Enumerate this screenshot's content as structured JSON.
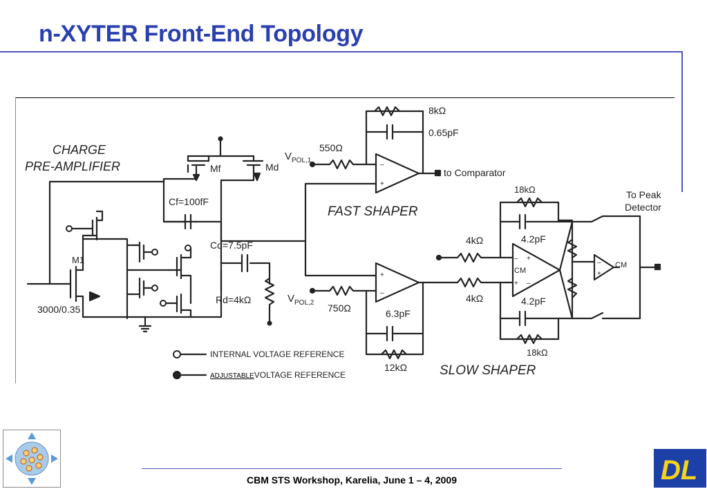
{
  "title": "n-XYTER Front-End Topology",
  "footer": "CBM STS Workshop, Karelia, June 1 – 4, 2009",
  "diagram": {
    "preamp_label_1": "CHARGE",
    "preamp_label_2": "PRE-AMPLIFIER",
    "m1": "M1",
    "m1_size": "3000/0.35",
    "mf": "Mf",
    "md": "Md",
    "cf": "Cf=100fF",
    "cd": "Cd=7.5pF",
    "rd": "Rd=4kΩ",
    "fast_label": "FAST  SHAPER",
    "slow_label": "SLOW  SHAPER",
    "r_fast_in": "550Ω",
    "vpol1_v": "V",
    "vpol1_sub": "POL,1",
    "r_fast_fb": "8kΩ",
    "c_fast_fb": "0.65pF",
    "to_comparator": "to Comparator",
    "vpol2_v": "V",
    "vpol2_sub": "POL,2",
    "r_slow_in": "750Ω",
    "c_slow_fb": "6.3pF",
    "r_slow_fb": "12kΩ",
    "r_diff_top": "4kΩ",
    "r_diff_bot": "4kΩ",
    "r_fb_top": "18kΩ",
    "c_fb_top": "4.2pF",
    "c_fb_bot": "4.2pF",
    "r_fb_bot": "18kΩ",
    "cm_amp": "CM",
    "cm_buf": "CM",
    "peak_1": "To Peak",
    "peak_2": "Detector",
    "legend_internal": "INTERNAL VOLTAGE REFERENCE",
    "legend_adj_1": "ADJUSTABLE",
    "legend_adj_2": "VOLTAGE REFERENCE",
    "plus": "+",
    "minus": "–"
  }
}
